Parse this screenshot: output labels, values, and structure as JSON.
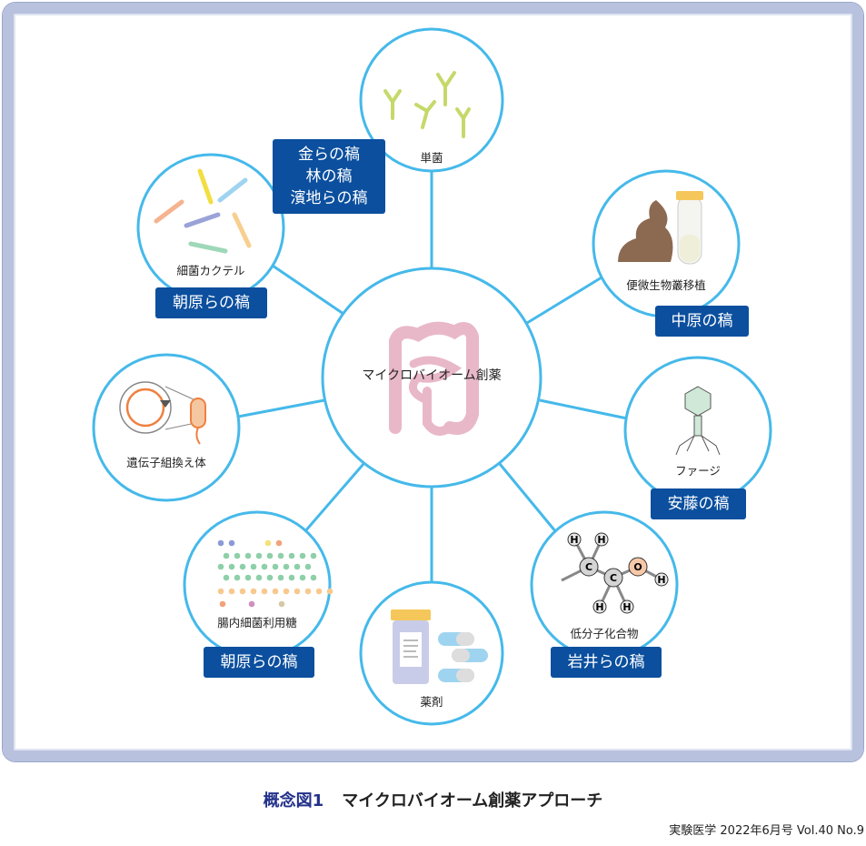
{
  "center": {
    "label": "マイクロバイオーム創薬"
  },
  "nodes": [
    {
      "id": "single",
      "label": "単菌"
    },
    {
      "id": "cocktail",
      "label": "細菌カクテル"
    },
    {
      "id": "fmt",
      "label": "便微生物叢移植"
    },
    {
      "id": "gmo",
      "label": "遺伝子組換え体"
    },
    {
      "id": "phage",
      "label": "ファージ"
    },
    {
      "id": "sugar",
      "label": "腸内細菌利用糖"
    },
    {
      "id": "small",
      "label": "低分子化合物"
    },
    {
      "id": "drug",
      "label": "薬剤"
    }
  ],
  "refs": {
    "single": [
      "金らの稿",
      "林の稿",
      "濱地らの稿"
    ],
    "cocktail": "朝原らの稿",
    "fmt": "中原の稿",
    "phage": "安藤の稿",
    "sugar": "朝原らの稿",
    "small": "岩井らの稿"
  },
  "molecule_atoms": [
    "H",
    "H",
    "C",
    "C",
    "O",
    "H",
    "H",
    "H"
  ],
  "caption": {
    "number": "概念図1",
    "title": "マイクロバイオーム創薬アプローチ"
  },
  "source": "実験医学 2022年6月号 Vol.40 No.9",
  "colors": {
    "circle": "#45b9ea",
    "label_bg": "#0b4f9e",
    "frame": "#b8c2de"
  }
}
